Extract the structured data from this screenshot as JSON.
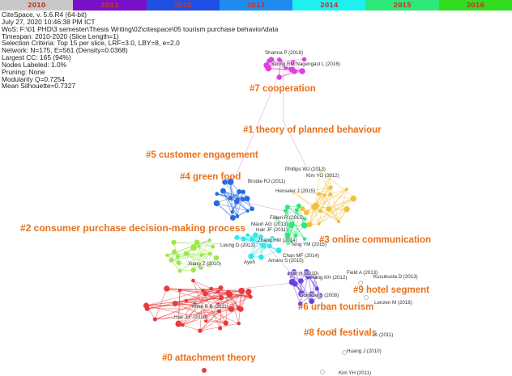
{
  "timeline": {
    "slices": [
      {
        "year": "2010",
        "color": "#c8c8c8"
      },
      {
        "year": "2011",
        "color": "#7a10c8"
      },
      {
        "year": "2012",
        "color": "#1e50e6"
      },
      {
        "year": "2013",
        "color": "#1e8cf0"
      },
      {
        "year": "2014",
        "color": "#1ef0f0"
      },
      {
        "year": "2015",
        "color": "#2ee878"
      },
      {
        "year": "2016",
        "color": "#32dc1e"
      }
    ]
  },
  "meta": {
    "lines": [
      "CiteSpace, v. 5.6.R4 (64-bit)",
      "July 27, 2020 10:46:38 PM ICT",
      "WoS: F:\\01 PHD\\3 semester\\Thesis Writing\\02\\citespace\\05 tourism purchase behavior\\data",
      "Timespan: 2010-2020 (Slice Length=1)",
      "Selection Criteria: Top 15 per slice, LRF=3.0, LBY=8, e=2.0",
      "Network: N=175, E=561 (Density=0.0368)",
      "Largest CC: 165 (94%)",
      "Nodes Labeled: 1.0%",
      "Pruning: None",
      "Modularity Q=0.7254",
      "Mean Silhouette=0.7327"
    ]
  },
  "clusters": [
    {
      "id": "7",
      "label": "#7 cooperation",
      "color": "#e040e0"
    },
    {
      "id": "1",
      "label": "#1 theory of planned behaviour",
      "color": "#e060e0"
    },
    {
      "id": "5",
      "label": "#5 customer engagement",
      "color": "#2060e0"
    },
    {
      "id": "4",
      "label": "#4 green food",
      "color": "#3070e0"
    },
    {
      "id": "2",
      "label": "#2 consumer purchase decision-making process",
      "color": "#88e040"
    },
    {
      "id": "3",
      "label": "#3 online communication",
      "color": "#f0c040"
    },
    {
      "id": "9",
      "label": "#9 hotel segment",
      "color": "#f0c040"
    },
    {
      "id": "6",
      "label": "#6 urban tourism",
      "color": "#6040e0"
    },
    {
      "id": "8",
      "label": "#8 food festivals",
      "color": "#cccccc"
    },
    {
      "id": "0",
      "label": "#0 attachment theory",
      "color": "#e03030"
    }
  ],
  "node_labels": [
    "Sharma P (2018)",
    "Yeung RM Nagengast L (2016)",
    "Phillips WJ (2013)",
    "Kim YG (2012)",
    "Brodie RJ (2011)",
    "Henseler J (2015)",
    "Fillieri R (2015)",
    "Mauri AG (2013)",
    "Hair JF (2011)",
    "Leung D (2013)",
    "Zhang HM (2014)",
    "Teng YM (2015)",
    "Chan MF (2014)",
    "Xiang Z (2010)",
    "Ayeh",
    "Amaro S (2015)",
    "Han H (2010)",
    "Field A (2013)",
    "Kucukusta D (2013)",
    "Kang KH (2012)",
    "Dolnicar S (2008)",
    "Lenzen M (2018)",
    "Kline R B (2011)",
    "Hair J F (2010)",
    "JK (2011)",
    "Huang J (2010)",
    "Kim YH (2011)"
  ]
}
